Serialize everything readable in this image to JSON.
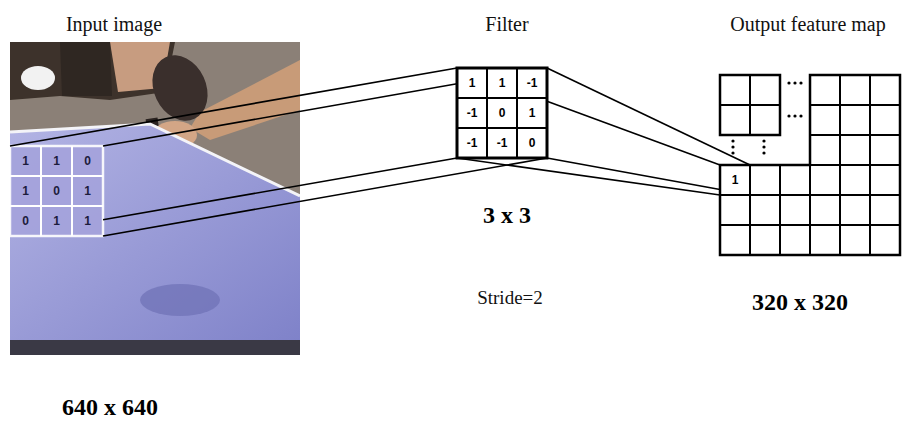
{
  "diagram": {
    "labels": [
      "Input image",
      "Filter",
      "Output feature map",
      "1",
      "1",
      "0",
      "1",
      "0",
      "1",
      "0",
      "1",
      "1",
      "1",
      "1",
      "-1",
      "-1",
      "0",
      "1",
      "-1",
      "-1",
      "0",
      "1",
      "3 x 3",
      "Stride=2",
      "320 x 320",
      "640 x 640"
    ]
  }
}
